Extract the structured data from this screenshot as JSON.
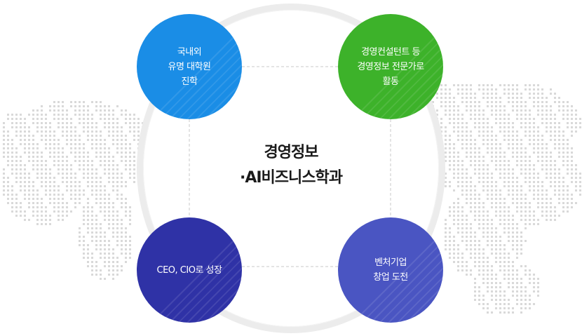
{
  "center": {
    "line1": "경영정보",
    "line2": "·AI비즈니스학과"
  },
  "nodes": [
    {
      "id": "n1",
      "lines": [
        "국내외",
        "유명 대학원",
        "진학"
      ],
      "color": "#1a8de6"
    },
    {
      "id": "n2",
      "lines": [
        "경영컨설턴트 등",
        "경영정보 전문가로",
        "활동"
      ],
      "color": "#3db22a"
    },
    {
      "id": "n3",
      "lines": [
        "CEO, CIO로 성장"
      ],
      "color": "#2f32a6"
    },
    {
      "id": "n4",
      "lines": [
        "벤처기업",
        "창업 도전"
      ],
      "color": "#4a55c2"
    }
  ]
}
